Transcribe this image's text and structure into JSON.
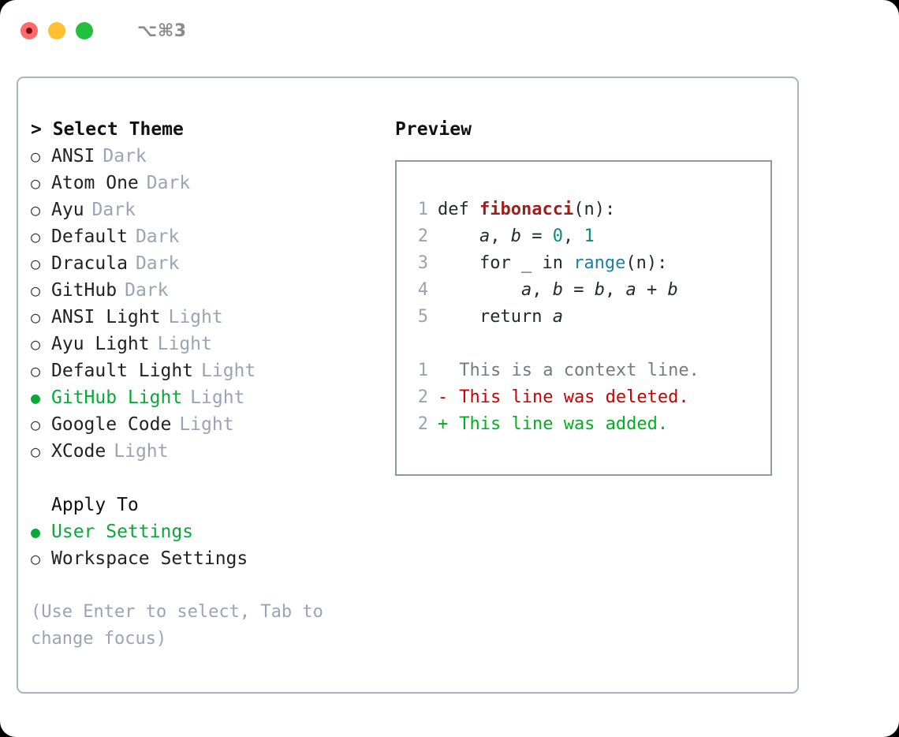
{
  "titlebar": {
    "shortcut": "⌥⌘3",
    "lights": [
      {
        "name": "close",
        "color": "#ff6b6b"
      },
      {
        "name": "minimize",
        "color": "#ffc130"
      },
      {
        "name": "maximize",
        "color": "#22c03c"
      }
    ]
  },
  "theme_section": {
    "header": "> Select Theme",
    "items": [
      {
        "bullet": "○",
        "label": "ANSI",
        "suffix": "Dark",
        "selected": false
      },
      {
        "bullet": "○",
        "label": "Atom One",
        "suffix": "Dark",
        "selected": false
      },
      {
        "bullet": "○",
        "label": "Ayu",
        "suffix": "Dark",
        "selected": false
      },
      {
        "bullet": "○",
        "label": "Default",
        "suffix": "Dark",
        "selected": false
      },
      {
        "bullet": "○",
        "label": "Dracula",
        "suffix": "Dark",
        "selected": false
      },
      {
        "bullet": "○",
        "label": "GitHub",
        "suffix": "Dark",
        "selected": false
      },
      {
        "bullet": "○",
        "label": "ANSI Light",
        "suffix": "Light",
        "selected": false
      },
      {
        "bullet": "○",
        "label": "Ayu Light",
        "suffix": "Light",
        "selected": false
      },
      {
        "bullet": "○",
        "label": "Default Light",
        "suffix": "Light",
        "selected": false
      },
      {
        "bullet": "●",
        "label": "GitHub Light",
        "suffix": "Light",
        "selected": true
      },
      {
        "bullet": "○",
        "label": "Google Code",
        "suffix": "Light",
        "selected": false
      },
      {
        "bullet": "○",
        "label": "XCode",
        "suffix": "Light",
        "selected": false
      }
    ]
  },
  "apply_section": {
    "header": "Apply To",
    "items": [
      {
        "bullet": "●",
        "label": "User Settings",
        "selected": true
      },
      {
        "bullet": "○",
        "label": "Workspace Settings",
        "selected": false
      }
    ]
  },
  "hint": "(Use Enter to select, Tab to change focus)",
  "preview": {
    "title": "Preview",
    "code_lines": [
      {
        "no": "1",
        "tokens": [
          {
            "t": "def ",
            "k": "plain"
          },
          {
            "t": "fibonacci",
            "k": "fn"
          },
          {
            "t": "(n):",
            "k": "plain"
          }
        ]
      },
      {
        "no": "2",
        "tokens": [
          {
            "t": "    ",
            "k": "plain"
          },
          {
            "t": "a",
            "k": "var"
          },
          {
            "t": ", ",
            "k": "plain"
          },
          {
            "t": "b",
            "k": "var"
          },
          {
            "t": " = ",
            "k": "plain"
          },
          {
            "t": "0",
            "k": "num"
          },
          {
            "t": ", ",
            "k": "plain"
          },
          {
            "t": "1",
            "k": "num"
          }
        ]
      },
      {
        "no": "3",
        "tokens": [
          {
            "t": "    for _ in ",
            "k": "plain"
          },
          {
            "t": "range",
            "k": "builtin"
          },
          {
            "t": "(n):",
            "k": "plain"
          }
        ]
      },
      {
        "no": "4",
        "tokens": [
          {
            "t": "        ",
            "k": "plain"
          },
          {
            "t": "a",
            "k": "var"
          },
          {
            "t": ", ",
            "k": "plain"
          },
          {
            "t": "b",
            "k": "var"
          },
          {
            "t": " = ",
            "k": "plain"
          },
          {
            "t": "b",
            "k": "var"
          },
          {
            "t": ", ",
            "k": "plain"
          },
          {
            "t": "a",
            "k": "var"
          },
          {
            "t": " + ",
            "k": "plain"
          },
          {
            "t": "b",
            "k": "var"
          }
        ]
      },
      {
        "no": "5",
        "tokens": [
          {
            "t": "    return ",
            "k": "plain"
          },
          {
            "t": "a",
            "k": "var"
          }
        ]
      }
    ],
    "diff_lines": [
      {
        "no": "1",
        "mark": " ",
        "text": "This is a context line.",
        "kind": "ctx"
      },
      {
        "no": "2",
        "mark": "-",
        "text": "This line was deleted.",
        "kind": "del"
      },
      {
        "no": "2",
        "mark": "+",
        "text": "This line was added.",
        "kind": "add"
      }
    ]
  },
  "colors": {
    "accent_green": "#0aa83a",
    "muted": "#9aa4b4",
    "border": "#aab3c2",
    "preview_border": "#8c99ad",
    "diff_add": "#00b020",
    "diff_del": "#cc0000",
    "fn": "#9f1f1f",
    "builtin": "#1b7fa8",
    "num": "#0e8a7d"
  }
}
